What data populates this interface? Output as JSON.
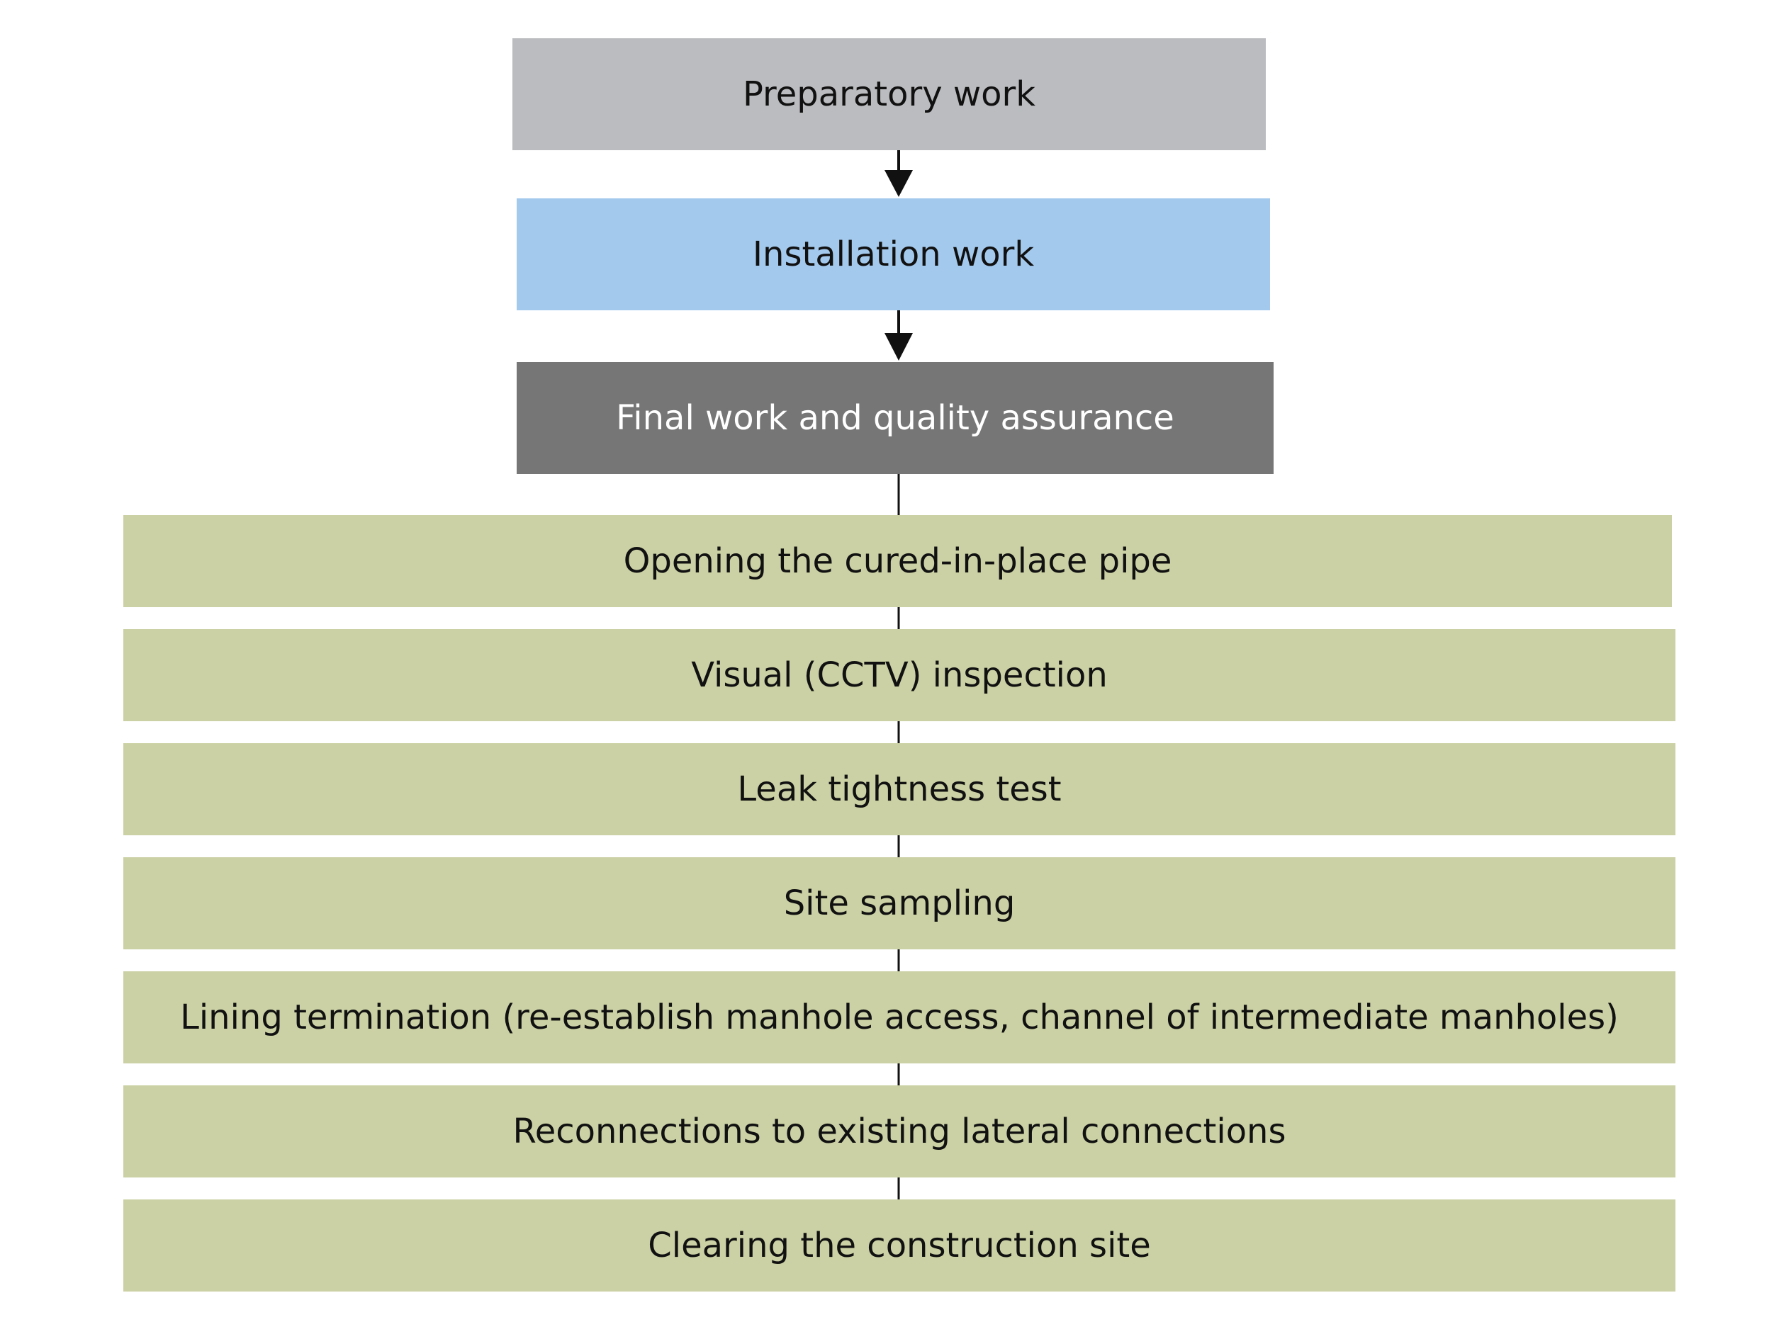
{
  "colors": {
    "preparatory": "#bbbcbf",
    "installation": "#a3c9ed",
    "final": "#767676",
    "final_text": "#ffffff",
    "substep": "#cbd1a4",
    "text": "#111111",
    "connector": "#111111"
  },
  "stages": [
    {
      "label": "Preparatory work"
    },
    {
      "label": "Installation work"
    },
    {
      "label": "Final work and quality assurance"
    }
  ],
  "substeps": [
    {
      "label": "Opening the cured-in-place pipe"
    },
    {
      "label": "Visual (CCTV) inspection"
    },
    {
      "label": "Leak tightness test"
    },
    {
      "label": "Site sampling"
    },
    {
      "label": "Lining termination (re-establish manhole access, channel of intermediate manholes)"
    },
    {
      "label": "Reconnections to existing lateral connections"
    },
    {
      "label": "Clearing the construction site"
    }
  ]
}
